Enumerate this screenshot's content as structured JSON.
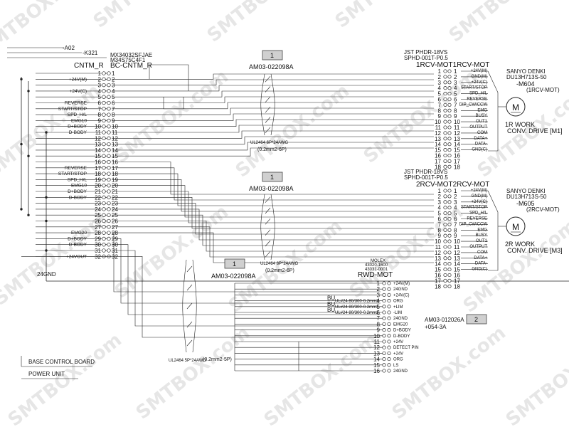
{
  "watermark": "SMTBOX.com",
  "top_labels": {
    "a02": "-A02",
    "k321": "-K321"
  },
  "cntm": {
    "name": "CNTM_R",
    "part": "MX34032SFJAE",
    "part2": "M34S75C4F1",
    "conn": "BC-CNTM_R",
    "pins": [
      "1",
      "2",
      "3",
      "4",
      "5",
      "6",
      "7",
      "8",
      "9",
      "10",
      "11",
      "12",
      "13",
      "14",
      "15",
      "16",
      "17",
      "18",
      "19",
      "20",
      "21",
      "22",
      "23",
      "24",
      "25",
      "26",
      "27",
      "28",
      "29",
      "30",
      "31",
      "32"
    ],
    "signals": [
      {
        "label": "+24V(M)",
        "pin": 2
      },
      {
        "label": "+24V(C)",
        "pin": 4
      },
      {
        "label": "REVERSE",
        "pin": 6
      },
      {
        "label": "START/STOP",
        "pin": 7
      },
      {
        "label": "SPD_H/L",
        "pin": 8
      },
      {
        "label": "EMG10",
        "pin": 9
      },
      {
        "label": "D+BODY",
        "pin": 10
      },
      {
        "label": "D-BODY",
        "pin": 11
      },
      {
        "label": "REVERSE",
        "pin": 17
      },
      {
        "label": "START/STOP",
        "pin": 18
      },
      {
        "label": "SPD_H/L",
        "pin": 19
      },
      {
        "label": "EMG10",
        "pin": 20
      },
      {
        "label": "D+BODY",
        "pin": 21
      },
      {
        "label": "D-BODY",
        "pin": 22
      },
      {
        "label": "EMG20",
        "pin": 28
      },
      {
        "label": "D+BODY",
        "pin": 29
      },
      {
        "label": "D-BODY",
        "pin": 30
      },
      {
        "label": "+24VOUT",
        "pin": 32
      }
    ]
  },
  "gnd_label": "24GND",
  "cables": [
    {
      "tag": "1",
      "part": "AM03-022098A",
      "cable": "UL2464 6P*24AWG",
      "size": "(0.2mm2-6P)"
    },
    {
      "tag": "1",
      "part": "AM03-022098A",
      "cable": "UL2464 6P*24AWG",
      "size": "(0.2mm2-6P)"
    },
    {
      "tag": "1",
      "part": "AM03-022098A",
      "cable": "UL2464 5P*24AWG",
      "size": "(0.2mm2-5P)"
    }
  ],
  "motor_connectors": [
    {
      "jst": "JST PHDR-18VS",
      "sphd": "SPHD-001T-P0.5",
      "name": "1RCV-MOT1RCV-MOT",
      "pins": [
        "1",
        "2",
        "3",
        "4",
        "5",
        "6",
        "7",
        "8",
        "9",
        "10",
        "11",
        "12",
        "13",
        "14",
        "15",
        "16",
        "17",
        "18"
      ],
      "signals": [
        "+24V(M)",
        "GND(M)",
        "+24V(C)",
        "START/STOP",
        "SPD_H/L",
        "REVERSE",
        "DIP_CW/CCW",
        "EMG",
        "BUSY",
        "OUT1",
        "OUTPUT",
        "COM",
        "DATA+",
        "DATA-",
        "GND(C)"
      ],
      "maker": "SANYO DENKI",
      "model": "DU13H713S-50",
      "ref": "-M604",
      "refsub": "(1RCV-MOT)",
      "motor_letter": "M",
      "title1": "1R WORK",
      "title2": "CONV. DRIVE [M1]"
    },
    {
      "jst": "JST PHDR-18VS",
      "sphd": "SPHD-001T-P0.5",
      "name": "2RCV-MOT2RCV-MOT",
      "pins": [
        "1",
        "2",
        "3",
        "4",
        "5",
        "6",
        "7",
        "8",
        "9",
        "10",
        "11",
        "12",
        "13",
        "14",
        "15",
        "16",
        "17",
        "18"
      ],
      "signals": [
        "+24V(M)",
        "GND(M)",
        "+24V(C)",
        "START/STOP",
        "SPD_H/L",
        "REVERSE",
        "DIP_CW/CCW",
        "EMG",
        "BUSY",
        "OUT1",
        "OUTPUT",
        "COM",
        "DATA+",
        "DATA-",
        "GND(C)"
      ],
      "maker": "SANYO DENKI",
      "model": "DU13H713S-50",
      "ref": "-M605",
      "refsub": "(2RCV-MOT)",
      "motor_letter": "M",
      "title1": "2R WORK",
      "title2": "CONV. DRIVE [M3]"
    }
  ],
  "rwd": {
    "maker": "MOLEX",
    "p1": "43020-1600",
    "p2": "43031-0001",
    "name": "RWD-MOT",
    "pins": [
      "1",
      "2",
      "3",
      "4",
      "5",
      "6",
      "7",
      "8",
      "9",
      "10",
      "11",
      "12",
      "13",
      "14",
      "15",
      "16"
    ],
    "signals": [
      "+24V(M)",
      "24GND",
      "+24V(C)",
      "ORG",
      "+LIM",
      "-LIM",
      "24GND",
      "EMG20",
      "D+BODY",
      "D-BODY",
      "+24V",
      "DETECT PIN",
      "+24V",
      "ORG",
      "LS",
      "24GND"
    ],
    "bu": [
      "BU",
      "BU",
      "BU"
    ],
    "wires": [
      "UL#24 80/300-0.2mm2",
      "UL#24 80/300-0.2mm2",
      "UL#24 80/300-0.2mm2"
    ]
  },
  "am03_2": {
    "part": "AM03-012026A",
    "sub": "+054-3A",
    "tag": "2"
  },
  "legend": {
    "base": "BASE CONTROL BOARD",
    "power": "POWER UNIT"
  }
}
